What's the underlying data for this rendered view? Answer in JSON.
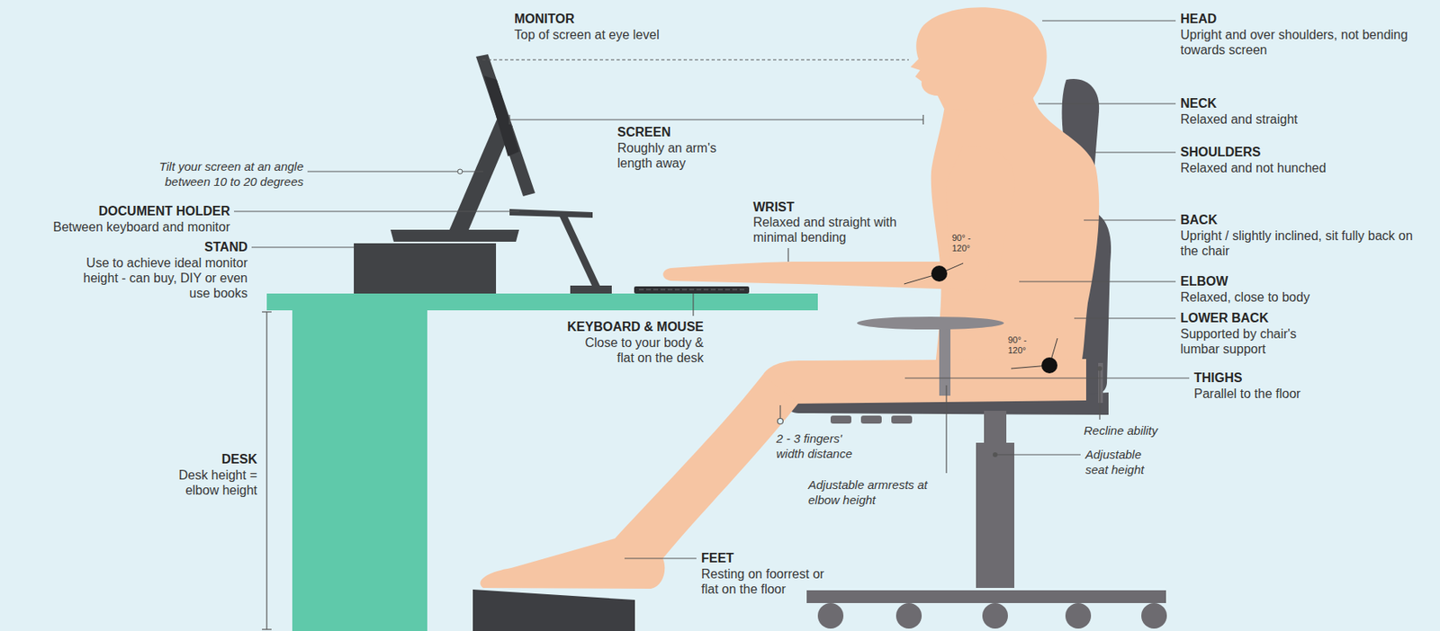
{
  "diagram": {
    "labels": [
      "MONITOR",
      "Top of screen at eye level",
      "HEAD",
      "Upright and over shoulders, not bending towards screen",
      "SCREEN",
      "Roughly an arm's length away",
      "NECK",
      "Relaxed and straight",
      "Tilt your screen at an angle between 10 to 20 degrees",
      "SHOULDERS",
      "Relaxed and not hunched",
      "DOCUMENT HOLDER",
      "Between keyboard and monitor",
      "WRIST",
      "Relaxed and straight with minimal bending",
      "BACK",
      "Upright / slightly inclined, sit fully back on the chair",
      "STAND",
      "Use to achieve ideal monitor height - can buy, DIY or even use books",
      "90° - 120°",
      "ELBOW",
      "Relaxed, close to body",
      "KEYBOARD & MOUSE",
      "Close to your body & flat on the desk",
      "LOWER BACK",
      "Supported by chair's lumbar support",
      "90° - 120°",
      "THIGHS",
      "Parallel to the floor",
      "Recline ability",
      "2 - 3 fingers' width distance",
      "Adjustable seat height",
      "DESK",
      "Desk height = elbow height",
      "Adjustable armrests at elbow height",
      "FEET",
      "Resting on foorrest or flat on the floor"
    ]
  }
}
